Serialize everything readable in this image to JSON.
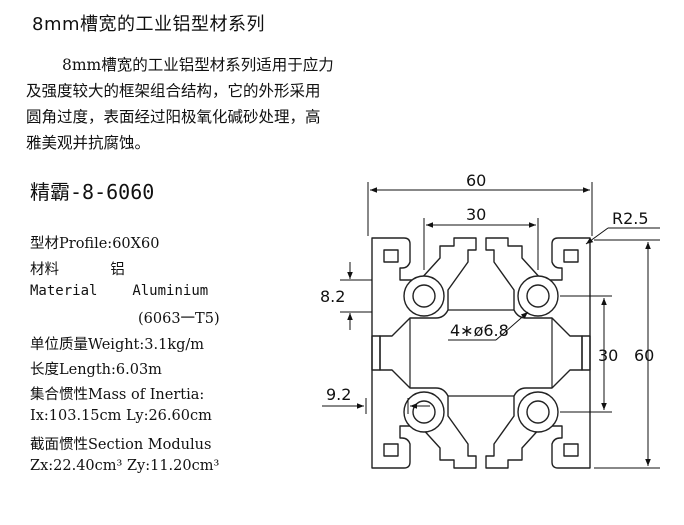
{
  "heading": "8mm槽宽的工业铝型材系列",
  "description": [
    "8mm槽宽的工业铝型材系列适用于应力",
    "及强度较大的框架组合结构，它的外形采用",
    "圆角过度，表面经过阳极氧化碱砂处理，高",
    "雅美观并抗腐蚀。"
  ],
  "model": "精霸-8-6060",
  "specs": {
    "profile": "型材Profile:60X60",
    "material_cn_label": "材料",
    "material_cn_value": "铝",
    "material_en_label": "Material",
    "material_en_value": "Aluminium",
    "alloy": "(6063一T5)",
    "weight": "单位质量Weight:3.1kg/m",
    "length": "长度Length:6.03m",
    "inertia_label": "集合惯性Mass of Inertia:",
    "inertia_values": "Ix:103.15cm Ly:26.60cm",
    "modulus_label": "截面惯性Section Modulus",
    "modulus_values": "Zx:22.40cm³ Zy:11.20cm³"
  },
  "drawing": {
    "dim_width": "60",
    "dim_slot_spacing": "30",
    "dim_radius": "R2.5",
    "dim_slot": "8.2",
    "dim_holes": "4∗ø6.8",
    "dim_inner": "30",
    "dim_height": "60",
    "dim_depth": "9.2"
  }
}
